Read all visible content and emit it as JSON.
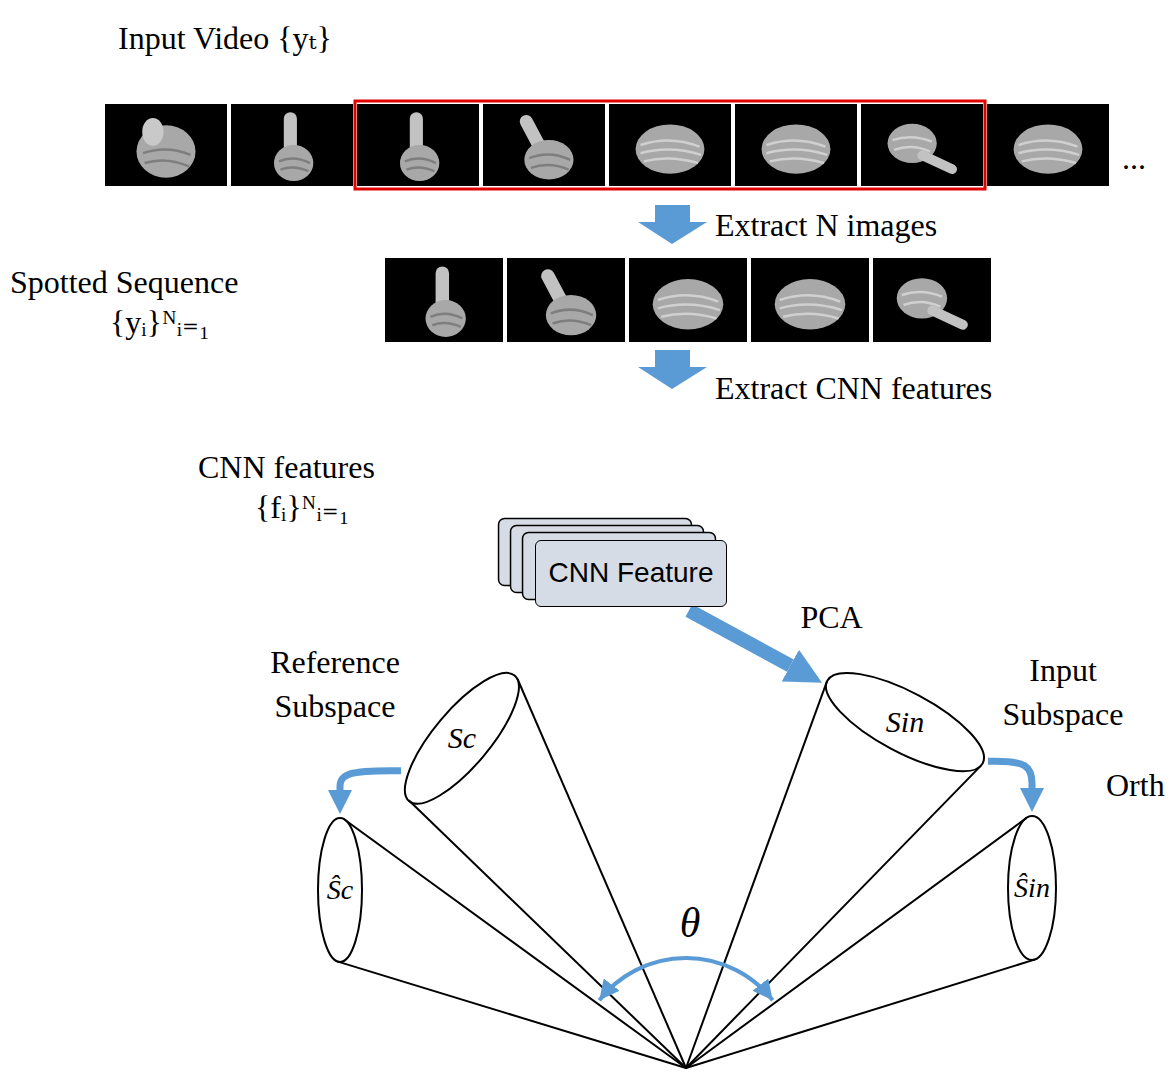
{
  "diagram": {
    "nodes": [
      {
        "text": [
          "CNN Feature"
        ]
      },
      {
        "text": [
          "Sc"
        ]
      },
      {
        "text": [
          "Sin"
        ]
      },
      {
        "text": [
          "Ŝc"
        ]
      },
      {
        "text": [
          "Ŝin"
        ]
      }
    ],
    "edges": [
      {
        "from": 0,
        "to": 2,
        "arrow": "to",
        "label": "PCA"
      },
      {
        "from": 1,
        "to": 3,
        "arrow": "to"
      },
      {
        "from": 2,
        "to": 4,
        "arrow": "to"
      }
    ],
    "labels": [
      "Input Video {yₜ}",
      "...",
      "Extract N images",
      "Spotted Sequence",
      "{yᵢ}ᴺᵢ₌₁",
      "Extract CNN features",
      "CNN features",
      "{fᵢ}ᴺᵢ₌₁",
      "Reference Subspace",
      "Input Subspace",
      "θ",
      "Orth"
    ]
  }
}
